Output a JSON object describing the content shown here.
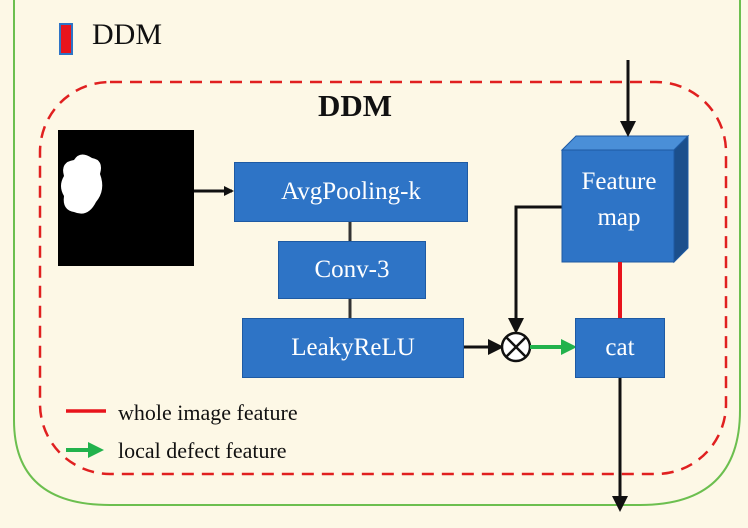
{
  "legend": {
    "ddm_label": "DDM",
    "whole_image_feature": "whole image feature",
    "local_defect_feature": "local defect feature"
  },
  "module_title": "DDM",
  "blocks": {
    "avgpooling": "AvgPooling-k",
    "conv": "Conv-3",
    "leakyrelu": "LeakyReLU",
    "feature_map_line1": "Feature",
    "feature_map_line2": "map",
    "cat": "cat"
  },
  "operator_symbol": "⊗",
  "colors": {
    "background": "#fdf8e6",
    "outer_border": "#6cbf4f",
    "dashed_border": "#e02020",
    "block_fill": "#2e74c6",
    "block_side": "#1b4f8c",
    "block_top": "#4a8fd8",
    "red_line": "#e8141c",
    "green_arrow": "#22b24c"
  }
}
